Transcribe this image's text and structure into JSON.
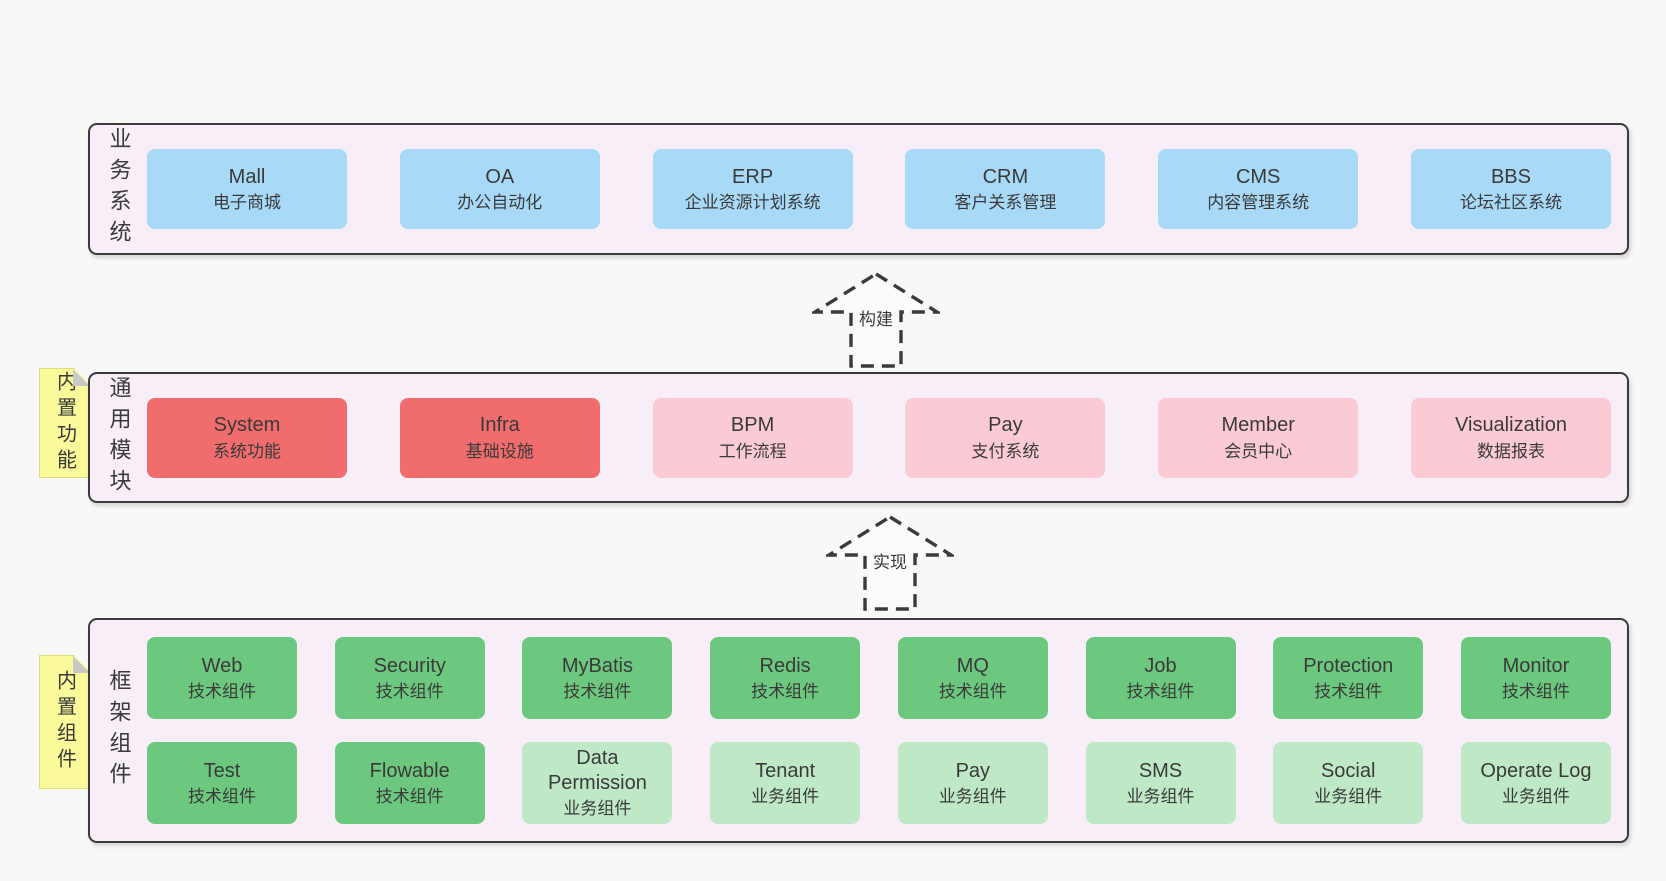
{
  "colors": {
    "page_bg": "#f8f8f8",
    "band_bg": "#f8eef7",
    "band_border": "#3b3b3b",
    "blue": "#a8d9f6",
    "red": "#f16c6c",
    "pink": "#fbcbd5",
    "green": "#6cc87e",
    "light_green": "#bfe9c6",
    "sticky_yellow": "#fbfa9a",
    "text": "#3a3a3a"
  },
  "arrows": [
    {
      "label": "构建"
    },
    {
      "label": "实现"
    }
  ],
  "bands": [
    {
      "label": "业务系统",
      "boxes": [
        {
          "name": "Mall",
          "desc": "电子商城"
        },
        {
          "name": "OA",
          "desc": "办公自动化"
        },
        {
          "name": "ERP",
          "desc": "企业资源计划系统"
        },
        {
          "name": "CRM",
          "desc": "客户关系管理"
        },
        {
          "name": "CMS",
          "desc": "内容管理系统"
        },
        {
          "name": "BBS",
          "desc": "论坛社区系统"
        }
      ]
    },
    {
      "label": "通用模块",
      "sticky": "内置功能",
      "boxes": [
        {
          "name": "System",
          "desc": "系统功能"
        },
        {
          "name": "Infra",
          "desc": "基础设施"
        },
        {
          "name": "BPM",
          "desc": "工作流程"
        },
        {
          "name": "Pay",
          "desc": "支付系统"
        },
        {
          "name": "Member",
          "desc": "会员中心"
        },
        {
          "name": "Visualization",
          "desc": "数据报表"
        }
      ]
    },
    {
      "label": "框架组件",
      "sticky": "内置组件",
      "rows": [
        [
          {
            "name": "Web",
            "desc": "技术组件"
          },
          {
            "name": "Security",
            "desc": "技术组件"
          },
          {
            "name": "MyBatis",
            "desc": "技术组件"
          },
          {
            "name": "Redis",
            "desc": "技术组件"
          },
          {
            "name": "MQ",
            "desc": "技术组件"
          },
          {
            "name": "Job",
            "desc": "技术组件"
          },
          {
            "name": "Protection",
            "desc": "技术组件"
          },
          {
            "name": "Monitor",
            "desc": "技术组件"
          }
        ],
        [
          {
            "name": "Test",
            "desc": "技术组件"
          },
          {
            "name": "Flowable",
            "desc": "技术组件"
          },
          {
            "name": "Data Permission",
            "desc": "业务组件"
          },
          {
            "name": "Tenant",
            "desc": "业务组件"
          },
          {
            "name": "Pay",
            "desc": "业务组件"
          },
          {
            "name": "SMS",
            "desc": "业务组件"
          },
          {
            "name": "Social",
            "desc": "业务组件"
          },
          {
            "name": "Operate Log",
            "desc": "业务组件"
          }
        ]
      ]
    }
  ]
}
